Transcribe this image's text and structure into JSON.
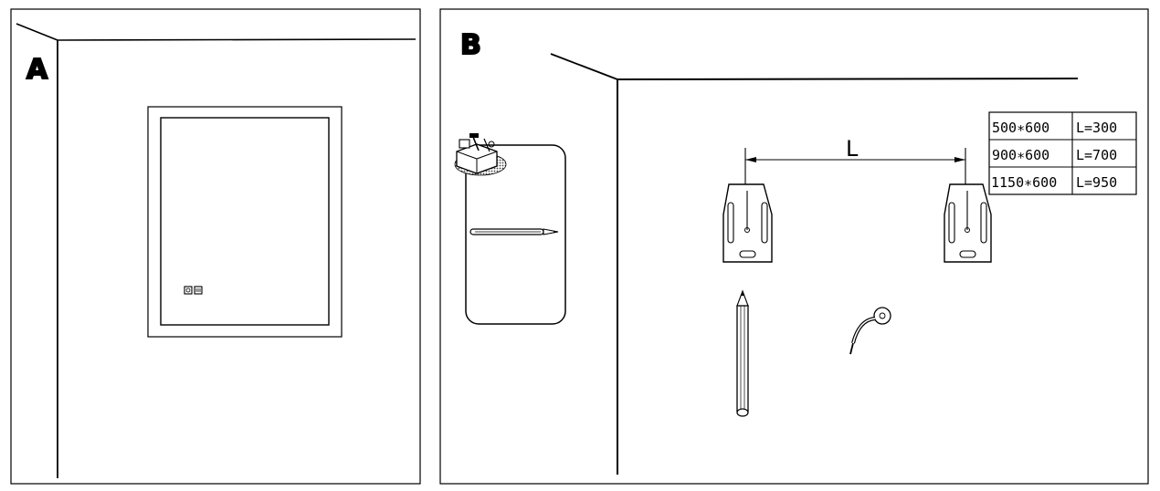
{
  "panel_a": {
    "label": "A"
  },
  "panel_b": {
    "label": "B",
    "dimension_label": "L",
    "size_table": [
      {
        "size": "500∗600",
        "length": "L=300"
      },
      {
        "size": "900∗600",
        "length": "L=700"
      },
      {
        "size": "1150∗600",
        "length": "L=950"
      }
    ]
  },
  "icons": {
    "mirror_touch_switches": "touch-switch-icon",
    "toolbox": "toolbox-icon",
    "pencil": "pencil-icon",
    "bracket": "mounting-bracket-icon",
    "hook": "hook-icon"
  },
  "colors": {
    "line": "#000000",
    "background": "#ffffff",
    "hatch": "#444444"
  }
}
